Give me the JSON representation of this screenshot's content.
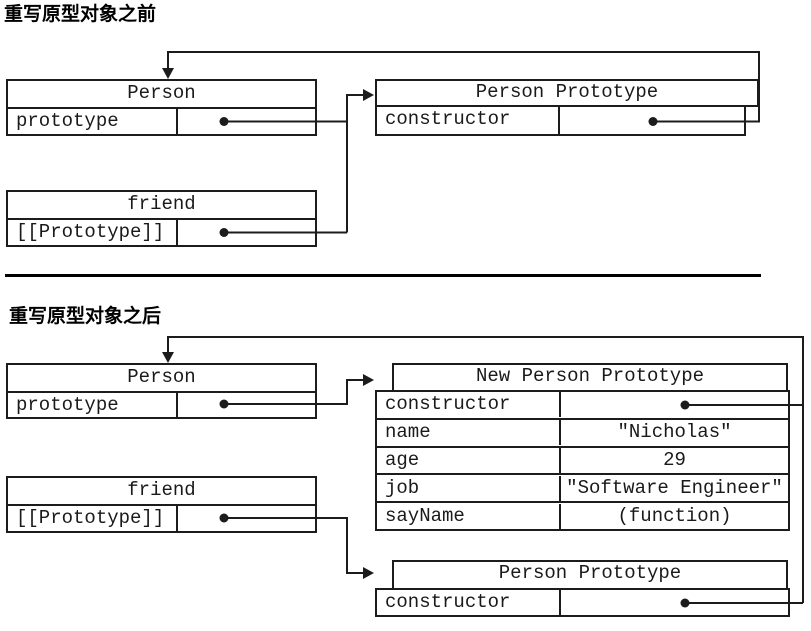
{
  "colors": {
    "line": "#1c1c1c",
    "text": "#1a1a1a",
    "background": "#ffffff"
  },
  "before": {
    "heading": "重写原型对象之前",
    "person": {
      "title": "Person",
      "prototype_label": "prototype"
    },
    "friend": {
      "title": "friend",
      "prototype_label": "[[Prototype]]"
    },
    "person_prototype": {
      "title": "Person Prototype",
      "constructor_label": "constructor"
    }
  },
  "after": {
    "heading": "重写原型对象之后",
    "person": {
      "title": "Person",
      "prototype_label": "prototype"
    },
    "friend": {
      "title": "friend",
      "prototype_label": "[[Prototype]]"
    },
    "new_person_prototype": {
      "title": "New Person Prototype",
      "rows": [
        {
          "label": "constructor",
          "value": ""
        },
        {
          "label": "name",
          "value": "\"Nicholas\""
        },
        {
          "label": "age",
          "value": "29"
        },
        {
          "label": "job",
          "value": "\"Software Engineer\""
        },
        {
          "label": "sayName",
          "value": "(function)"
        }
      ]
    },
    "person_prototype": {
      "title": "Person Prototype",
      "constructor_label": "constructor"
    }
  }
}
